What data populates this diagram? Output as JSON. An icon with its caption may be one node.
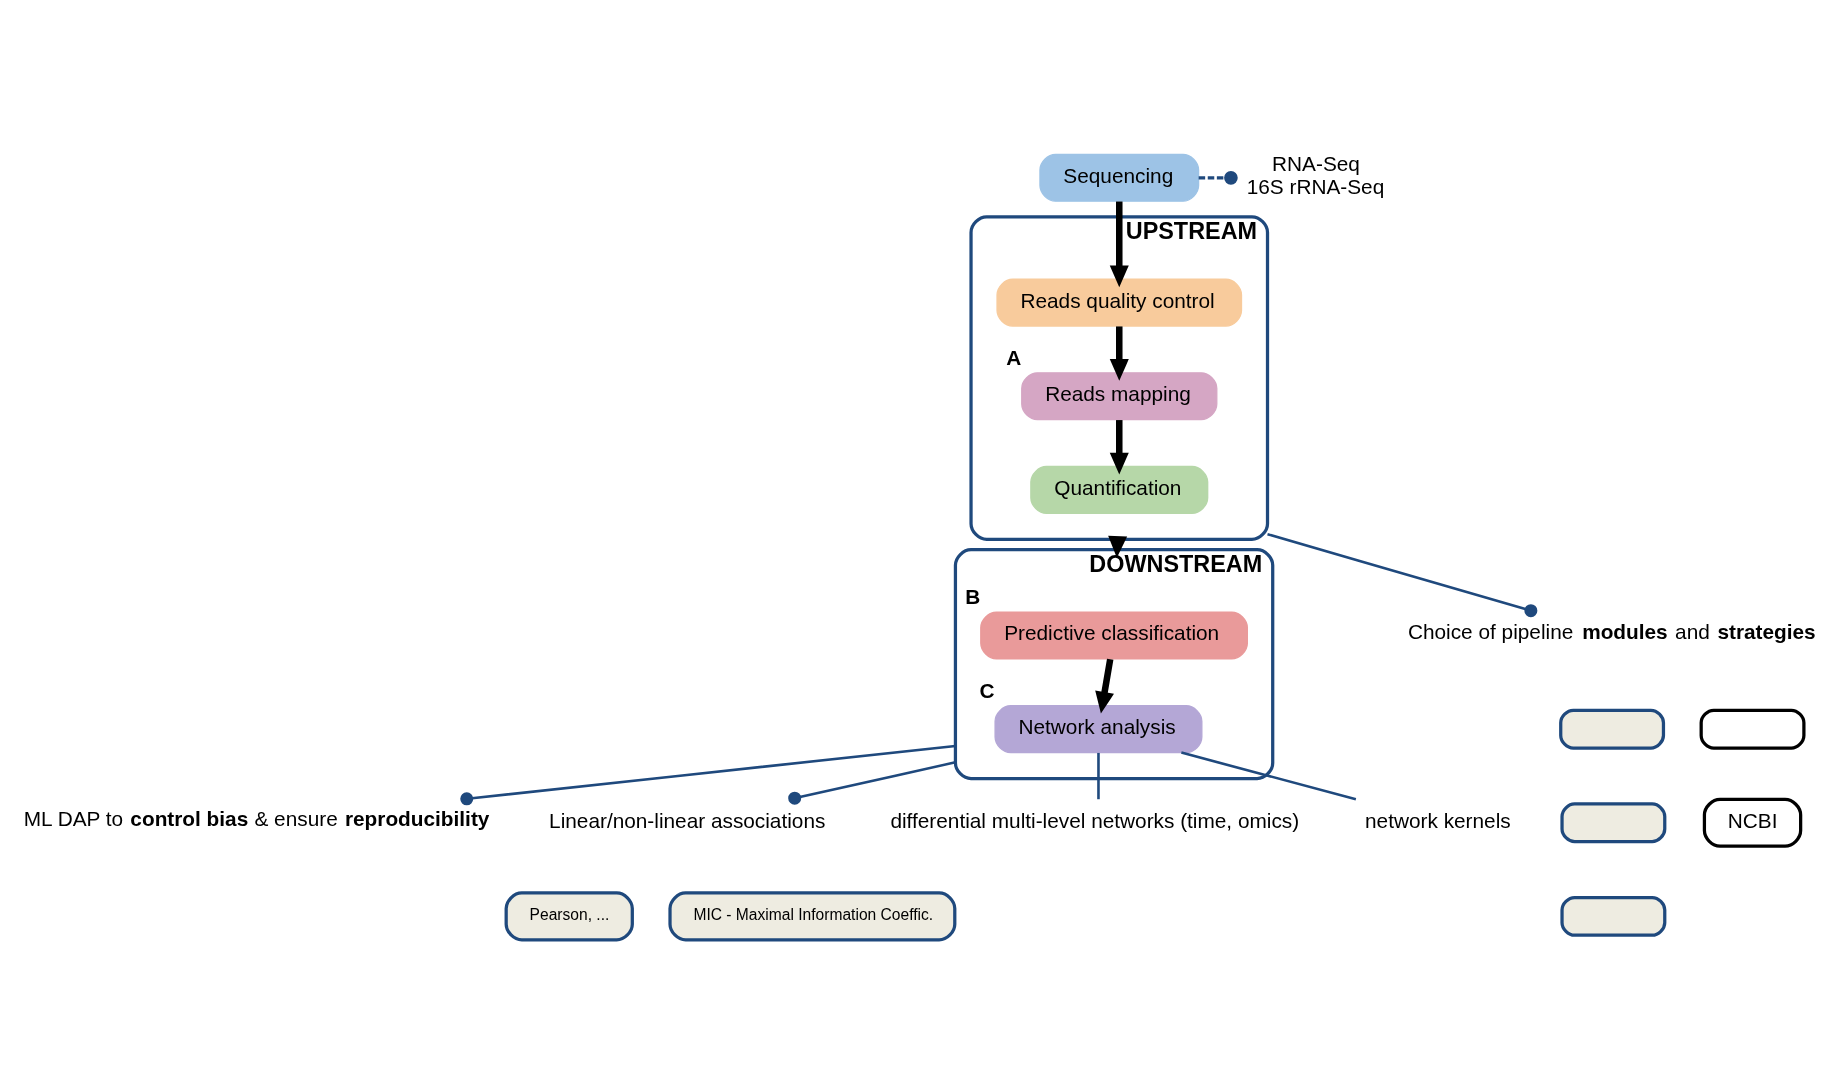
{
  "diagram": {
    "nodes": [
      {
        "text": [
          "Sequencing"
        ]
      },
      {
        "text": [
          "UPSTREAM"
        ]
      },
      {
        "text": [
          "Reads quality control"
        ],
        "in": 1
      },
      {
        "text": [
          "Reads mapping"
        ],
        "in": 1,
        "beside": [
          "A"
        ]
      },
      {
        "text": [
          "Quantification"
        ],
        "in": 1
      },
      {
        "text": [
          "DOWNSTREAM"
        ]
      },
      {
        "text": [
          "Predictive classification"
        ],
        "in": 5,
        "beside": [
          "B"
        ]
      },
      {
        "text": [
          "Network analysis"
        ],
        "in": 5,
        "beside": [
          "C"
        ]
      },
      {
        "text": [
          "RNA-Seq",
          "16S rRNA-Seq"
        ]
      },
      {
        "text": [
          "Choice of pipeline **modules** and **strategies**"
        ]
      },
      {
        "text": [],
        "shape": "box"
      },
      {
        "text": [],
        "shape": "box"
      },
      {
        "text": [],
        "shape": "box"
      },
      {
        "text": [],
        "shape": "box"
      },
      {
        "text": [
          "NCBI"
        ]
      },
      {
        "text": [
          "ML DAP to **control bias** & ensure **reproducibility**"
        ]
      },
      {
        "text": [
          "Linear/non-linear associations"
        ]
      },
      {
        "text": [
          "Pearson, ..."
        ]
      },
      {
        "text": [
          "MIC - Maximal Information Coeffic."
        ]
      },
      {
        "text": [
          "differential multi-level networks (time, omics)"
        ]
      },
      {
        "text": [
          "network kernels"
        ]
      }
    ],
    "edges": [
      {
        "from": 0,
        "to": 8,
        "arrow": "other",
        "style": "dashed"
      },
      {
        "from": 0,
        "to": 2,
        "arrow": "to",
        "style": "thick",
        "color": "#000000"
      },
      {
        "from": 2,
        "to": 3,
        "arrow": "to",
        "style": "thick",
        "color": "#000000"
      },
      {
        "from": 3,
        "to": 4,
        "arrow": "to",
        "style": "thick",
        "color": "#000000"
      },
      {
        "from": 1,
        "to": 9,
        "arrow": "other"
      },
      {
        "from": 1,
        "to": 5,
        "arrow": "to",
        "style": "thick",
        "color": "#000000"
      },
      {
        "from": 6,
        "to": 7,
        "arrow": "to",
        "style": "thick",
        "color": "#000000"
      },
      {
        "from": 5,
        "to": 15,
        "arrow": "other"
      },
      {
        "from": 5,
        "to": 16,
        "arrow": "other"
      },
      {
        "from": 7,
        "to": 19,
        "arrow": "none"
      },
      {
        "from": 7,
        "to": 20,
        "arrow": "none"
      }
    ]
  }
}
